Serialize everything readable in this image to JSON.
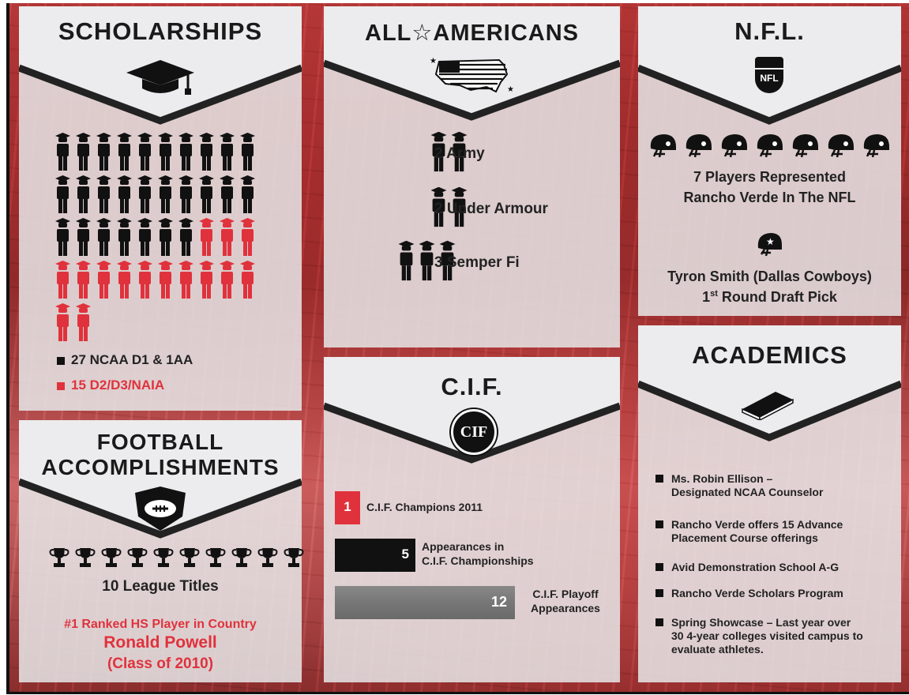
{
  "scholarships": {
    "title": "SCHOLARSHIPS",
    "legend_d1": "27 NCAA D1 & 1AA",
    "legend_d2": "15 D2/D3/NAIA",
    "d1_count": 27,
    "d2_count": 15,
    "icon": "graduation-cap-icon"
  },
  "football": {
    "title_line1": "FOOTBALL",
    "title_line2": "ACCOMPLISHMENTS",
    "trophy_count": 10,
    "league_titles": "10 League Titles",
    "ranked_line": "#1 Ranked HS Player in Country",
    "player_name": "Ronald Powell",
    "player_class": "(Class of 2010)",
    "icon": "football-shield-icon"
  },
  "all_americans": {
    "title_part1": "ALL",
    "title_star": "☆",
    "title_part2": "AMERICANS",
    "groups": [
      {
        "count": 2,
        "label": "2 Army"
      },
      {
        "count": 2,
        "label": "2 Under Armour"
      },
      {
        "count": 3,
        "label": "3 Semper Fi"
      }
    ],
    "icon": "us-flag-map-icon"
  },
  "cif": {
    "title": "C.I.F.",
    "logo_text": "CIF",
    "bars": [
      {
        "value": "1",
        "label_line1": "C.I.F. Champions 2011",
        "label_line2": ""
      },
      {
        "value": "5",
        "label_line1": "Appearances in",
        "label_line2": "C.I.F. Championships"
      },
      {
        "value": "12",
        "label_line1": "C.I.F. Playoff",
        "label_line2": "Appearances"
      }
    ],
    "colors": {
      "champions": "#e0323c",
      "appearances": "#111111",
      "playoff": "#777777"
    }
  },
  "nfl": {
    "title": "N.F.L.",
    "logo_text": "NFL",
    "helmet_count": 7,
    "players_line1": "7 Players Represented",
    "players_line2": "Rancho Verde In The NFL",
    "pick_line1": "Tyron Smith (Dallas Cowboys)",
    "pick_round": "1",
    "pick_sup": "st",
    "pick_rest": " Round Draft Pick"
  },
  "academics": {
    "title": "ACADEMICS",
    "icon": "book-icon",
    "items": [
      {
        "line1": "Ms. Robin Ellison –",
        "line2": "Designated NCAA Counselor",
        "line3": ""
      },
      {
        "line1": "Rancho Verde offers 15 Advance",
        "line2": "Placement Course offerings",
        "line3": ""
      },
      {
        "line1": "Avid Demonstration School A-G",
        "line2": "",
        "line3": ""
      },
      {
        "line1": "Rancho Verde Scholars Program",
        "line2": "",
        "line3": ""
      },
      {
        "line1": "Spring Showcase – Last year over",
        "line2": "30 4-year colleges visited campus to",
        "line3": "evaluate athletes."
      }
    ]
  },
  "colors": {
    "accent_red": "#e0323c",
    "dark": "#111111",
    "panel": "#e8e8ea"
  }
}
